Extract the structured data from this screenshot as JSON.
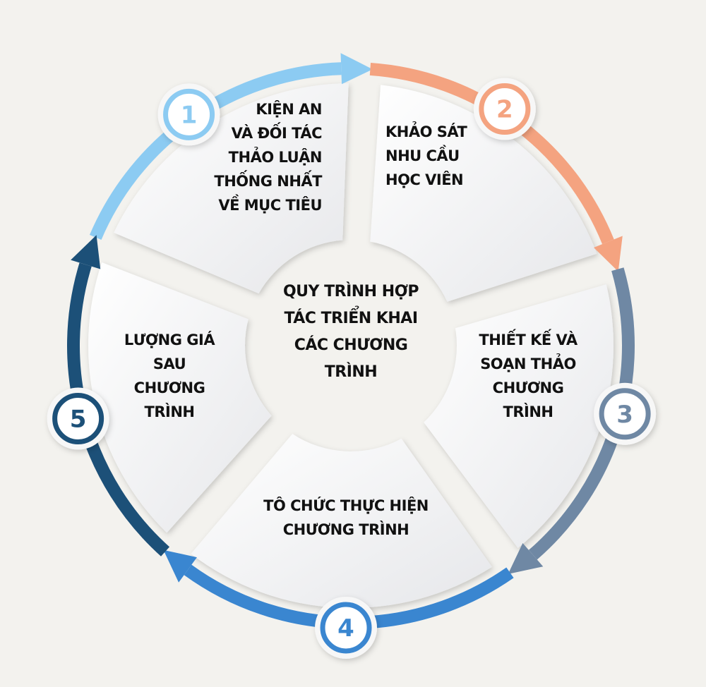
{
  "title": "QUY TRÌNH HỢP\nTÁC TRIỂN KHAI\nCÁC CHƯƠNG\nTRÌNH",
  "steps": [
    {
      "number": "1",
      "text": "KIỆN AN\nVÀ ĐỐI TÁC\nTHẢO LUẬN\nTHỐNG NHẤT\nVỀ MỤC TIÊU",
      "color": "#8ccbf2"
    },
    {
      "number": "2",
      "text": "KHẢO SÁT\nNHU CẦU\nHỌC VIÊN",
      "color": "#f4a380"
    },
    {
      "number": "3",
      "text": "THIẾT KẾ  VÀ\nSOẠN THẢO\nCHƯƠNG\nTRÌNH",
      "color": "#6f88a4"
    },
    {
      "number": "4",
      "text": "TÔ CHỨC THỰC HIỆN\nCHƯƠNG TRÌNH",
      "color": "#3a86d0"
    },
    {
      "number": "5",
      "text": "LƯỢNG GIÁ\nSAU\nCHƯƠNG\nTRÌNH",
      "color": "#1c5078"
    }
  ]
}
